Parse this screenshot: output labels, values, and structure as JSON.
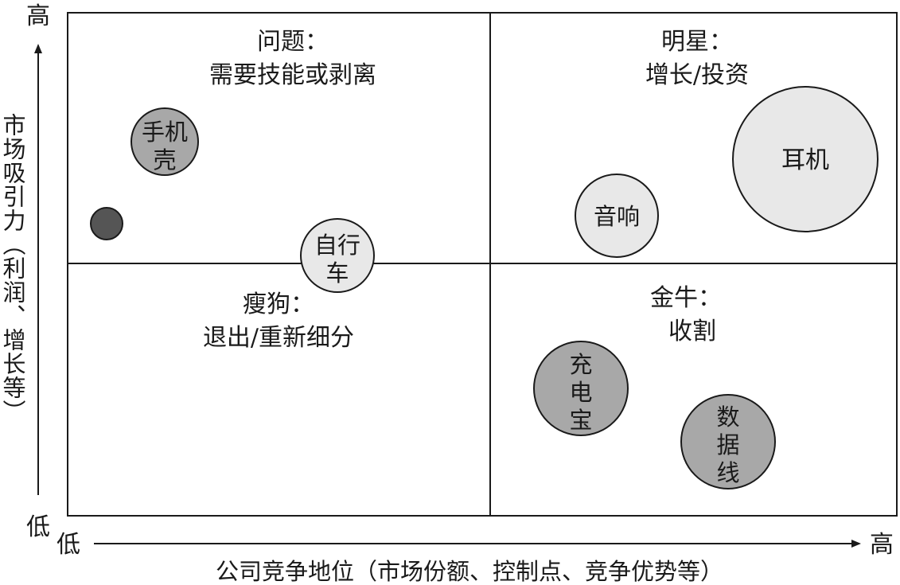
{
  "axes": {
    "y_high": "高",
    "y_low": "低",
    "y_label": "市场吸引力（利润、增长等）",
    "x_low": "低",
    "x_high": "高",
    "x_label": "公司竞争地位（市场份额、控制点、竞争优势等）"
  },
  "quadrants": {
    "question": {
      "title": "问题：",
      "subtitle": "需要技能或剥离"
    },
    "star": {
      "title": "明星：",
      "subtitle": "增长/投资"
    },
    "dog": {
      "title": "瘦狗：",
      "subtitle": "退出/重新细分"
    },
    "cow": {
      "title": "金牛：",
      "subtitle": "收割"
    }
  },
  "bubbles": {
    "phone_case": {
      "lines": [
        "手机",
        "壳"
      ],
      "color": "#a8a8a8"
    },
    "small_dot": {
      "color": "#555555"
    },
    "bicycle": {
      "lines": [
        "自行",
        "车"
      ],
      "color": "#e8e8e8"
    },
    "speaker": {
      "lines": [
        "音响"
      ],
      "color": "#e8e8e8"
    },
    "earphones": {
      "lines": [
        "耳机"
      ],
      "color": "#e8e8e8"
    },
    "power_bank": {
      "lines": [
        "充",
        "电",
        "宝"
      ],
      "color": "#a8a8a8"
    },
    "data_cable": {
      "lines": [
        "数",
        "据",
        "线"
      ],
      "color": "#a8a8a8"
    }
  },
  "colors": {
    "line": "#1a1a1a",
    "light_fill": "#e8e8e8",
    "mid_fill": "#a8a8a8",
    "dark_fill": "#555555"
  }
}
